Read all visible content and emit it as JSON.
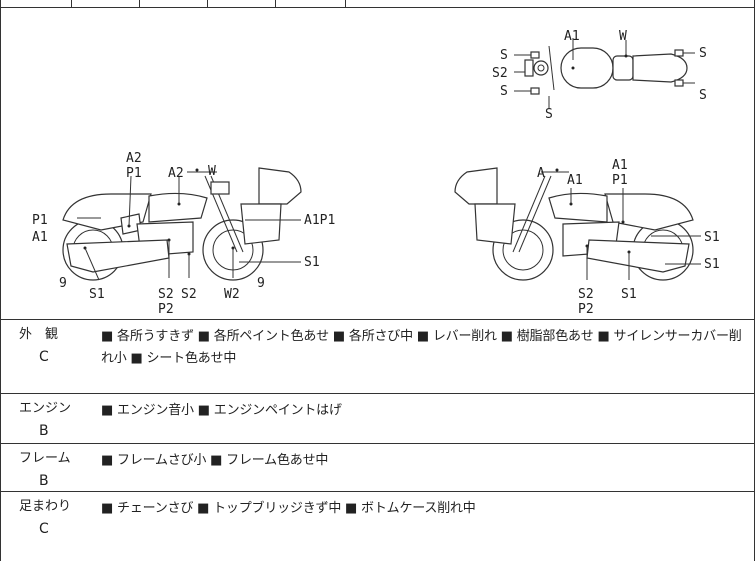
{
  "top_tail": "、。",
  "diagram": {
    "top_view": {
      "labels": [
        "A1",
        "W",
        "S",
        "S2",
        "S",
        "S",
        "S",
        "S"
      ]
    },
    "left_side": {
      "labels": [
        "A2",
        "P1",
        "A2",
        "W",
        "P1",
        "A1",
        "A1P1",
        "S1",
        "9",
        "S1",
        "S2",
        "S2",
        "P2",
        "W2",
        "9"
      ]
    },
    "right_side": {
      "labels": [
        "A1",
        "P1",
        "A",
        "A1",
        "S1",
        "S1",
        "S2",
        "P2",
        "S1"
      ]
    }
  },
  "conditions": [
    {
      "category": "外　観",
      "grade": "C",
      "text": "■ 各所うすきず ■ 各所ペイント色あせ ■ 各所さび中 ■ レバー削れ ■ 樹脂部色あせ ■ サイレンサーカバー削れ小 ■ シート色あせ中"
    },
    {
      "category": "エンジン",
      "grade": "B",
      "text": "■ エンジン音小 ■ エンジンペイントはげ"
    },
    {
      "category": "フレーム",
      "grade": "B",
      "text": "■ フレームさび小 ■ フレーム色あせ中"
    },
    {
      "category": "足まわり",
      "grade": "C",
      "text": "■ チェーンさび ■ トップブリッジきず中 ■ ボトムケース削れ中"
    }
  ]
}
